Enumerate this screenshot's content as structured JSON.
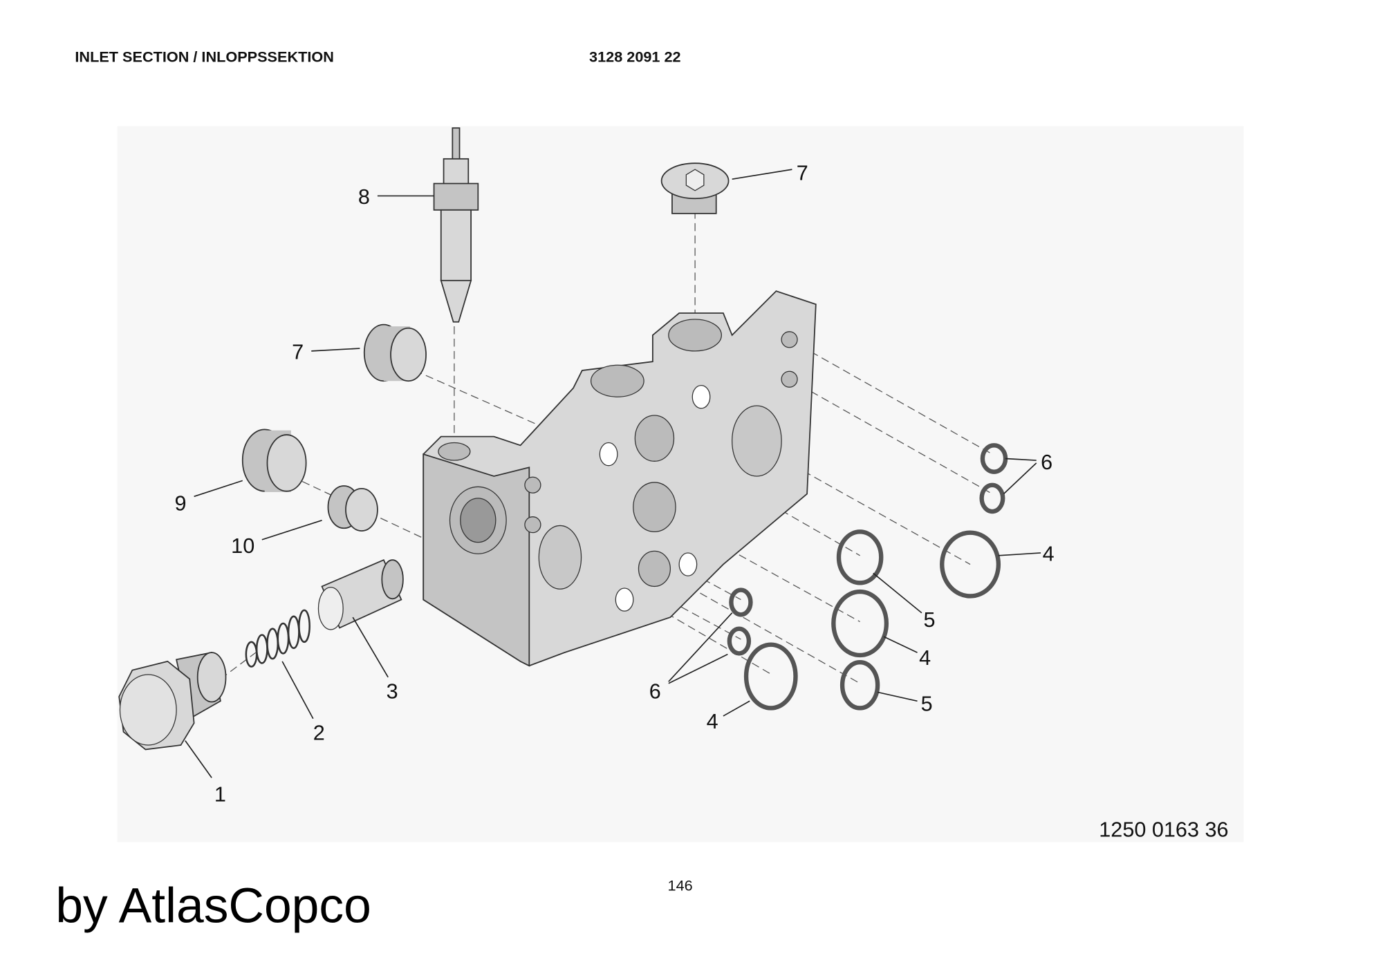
{
  "header": {
    "title": "INLET SECTION / INLOPPSSEKTION",
    "part_number": "3128 2091 22"
  },
  "drawing": {
    "drawing_number": "1250 0163 36",
    "callouts": [
      "1",
      "2",
      "3",
      "4",
      "5",
      "6",
      "7",
      "8",
      "9",
      "10"
    ],
    "labels": {
      "l8": "8",
      "l7a": "7",
      "l7b": "7",
      "l9": "9",
      "l10": "10",
      "l3": "3",
      "l2": "2",
      "l1": "1",
      "l6a": "6",
      "l4a": "4",
      "l5a": "5",
      "l4b": "4",
      "l5b": "5",
      "l6b": "6",
      "l4c": "4"
    }
  },
  "footer": {
    "page_number": "146",
    "brand": "by AtlasCopco"
  }
}
